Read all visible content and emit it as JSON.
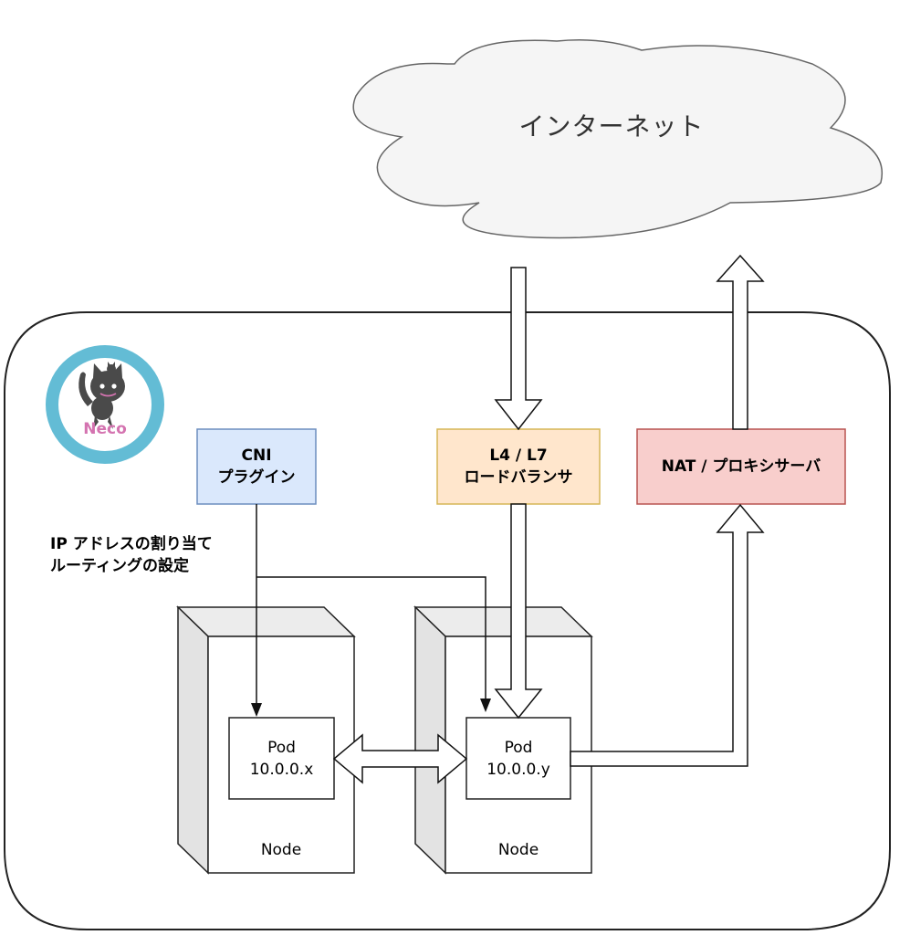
{
  "cloud": {
    "label": "インターネット"
  },
  "logo": {
    "text": "Neco",
    "ring_color": "#63bcd5",
    "text_color": "#d473b0",
    "cat_color": "#4a4a4a"
  },
  "boxes": {
    "cni": {
      "line1": "CNI",
      "line2": "プラグイン",
      "fill": "#dae8fc",
      "stroke": "#6c8ebf"
    },
    "lb": {
      "line1": "L4 / L7",
      "line2": "ロードバランサ",
      "fill": "#ffe6cc",
      "stroke": "#d6b656"
    },
    "nat": {
      "label": "NAT / プロキシサーバ",
      "fill": "#f8cecc",
      "stroke": "#b85450"
    }
  },
  "annotation": {
    "text": "IP アドレスの割り当て\nルーティングの設定"
  },
  "nodes": [
    {
      "label": "Node",
      "pod_name": "Pod",
      "pod_ip": "10.0.0.x"
    },
    {
      "label": "Node",
      "pod_name": "Pod",
      "pod_ip": "10.0.0.y"
    }
  ]
}
